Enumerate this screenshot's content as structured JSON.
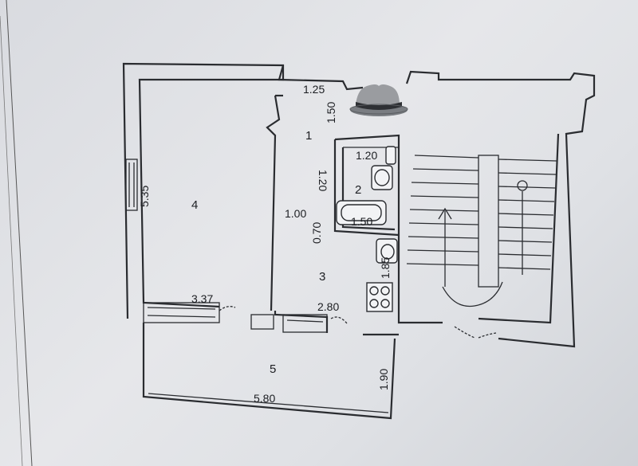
{
  "plan": {
    "rooms": [
      {
        "id": "room-1",
        "label": "1"
      },
      {
        "id": "room-2",
        "label": "2"
      },
      {
        "id": "room-3",
        "label": "3"
      },
      {
        "id": "room-4",
        "label": "4"
      },
      {
        "id": "room-5",
        "label": "5"
      }
    ],
    "dimensions": {
      "d_1_25": "1.25",
      "d_1_50_a": "1.50",
      "d_1_20_h": "1.20",
      "d_1_20_v": "1.20",
      "d_1_00": "1.00",
      "d_0_70": "0.70",
      "d_1_50_b": "1.50",
      "d_1_85": "1.85",
      "d_5_35": "5.35",
      "d_3_37": "3.37",
      "d_2_80": "2.80",
      "d_1_90": "1.90",
      "d_5_80": "5.80"
    },
    "overlay_icon": "fedora-hat-icon"
  }
}
